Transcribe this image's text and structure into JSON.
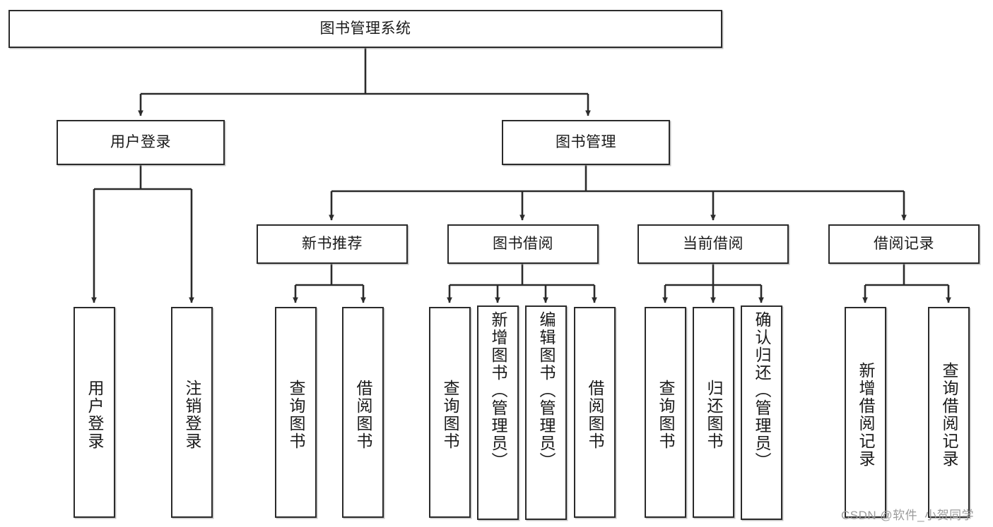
{
  "diagram": {
    "title_node": {
      "label": "图书管理系统"
    },
    "level2": [
      {
        "id": "user-login",
        "label": "用户登录"
      },
      {
        "id": "book-manage",
        "label": "图书管理"
      }
    ],
    "level3": [
      {
        "id": "new-book-rec",
        "label": "新书推荐"
      },
      {
        "id": "book-borrow",
        "label": "图书借阅"
      },
      {
        "id": "current-borrow",
        "label": "当前借阅"
      },
      {
        "id": "borrow-record",
        "label": "借阅记录"
      }
    ],
    "leaves": [
      {
        "id": "leaf-user-login",
        "label": "用户登录"
      },
      {
        "id": "leaf-logout-login",
        "label": "注销登录"
      },
      {
        "id": "leaf-query-book-1",
        "label": "查询图书"
      },
      {
        "id": "leaf-borrow-book-1",
        "label": "借阅图书"
      },
      {
        "id": "leaf-query-book-2",
        "label": "查询图书"
      },
      {
        "id": "leaf-add-book-admin",
        "label": "新增图书（管理员）"
      },
      {
        "id": "leaf-edit-book-admin",
        "label": "编辑图书（管理员）"
      },
      {
        "id": "leaf-borrow-book-2",
        "label": "借阅图书"
      },
      {
        "id": "leaf-query-book-3",
        "label": "查询图书"
      },
      {
        "id": "leaf-return-book",
        "label": "归还图书"
      },
      {
        "id": "leaf-confirm-return-admin",
        "label": "确认归还（管理员）"
      },
      {
        "id": "leaf-add-borrow-record",
        "label": "新增借阅记录"
      },
      {
        "id": "leaf-query-borrow-record",
        "label": "查询借阅记录"
      }
    ],
    "watermark": "CSDN @软件_小贺同学",
    "colors": {
      "stroke": "#2b2b2b",
      "fill": "#ffffff",
      "text": "#1a1a1a",
      "watermark": "#9b9b9b"
    }
  }
}
